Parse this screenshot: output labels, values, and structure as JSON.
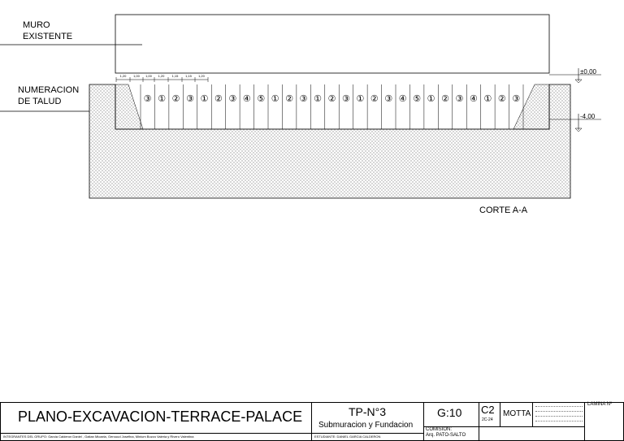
{
  "labels": {
    "muro_existente_line1": "MURO",
    "muro_existente_line2": "EXISTENTE",
    "numeracion_line1": "NUMERACION",
    "numeracion_line2": "DE TALUD",
    "nivel_superior": "±0,00",
    "nivel_inferior": "-4,00",
    "corte": "CORTE A-A"
  },
  "top_dimensions": [
    "1,20",
    "1,00",
    "1,00",
    "1,20",
    "1,15",
    "1,15",
    "1,20"
  ],
  "slope_sequence": [
    "③",
    "①",
    "②",
    "③",
    "①",
    "②",
    "③",
    "④",
    "⑤",
    "①",
    "②",
    "③",
    "①",
    "②",
    "③",
    "①",
    "②",
    "③",
    "④",
    "⑤",
    "①",
    "②",
    "③",
    "④",
    "①",
    "②",
    "③"
  ],
  "title_block": {
    "title": "PLANO-EXCAVACION-TERRACE-PALACE",
    "integrantes": "INTEGRANTES DEL GRUPO:  Garcia Calderon Daniel , Gaitan Micaela, Gerouud Josefina, Minium Bozzo Valeria y Rivero Valentina",
    "tp": "TP-N°3",
    "subject": "Submuracion y Fundacion",
    "estudiante": "ESTUDIANTE: DANIEL GARCIA CALDERON",
    "scale": "G:10",
    "comision_label": "COMISION:",
    "comision_value": "Arq. PATO-SALTO",
    "course": "C2",
    "year": "2C-24",
    "chair": "MOTTA",
    "lamina": "LAMINA Nº"
  },
  "colors": {
    "line": "#000000",
    "hatch": "#8a8a8a",
    "background": "#ffffff"
  }
}
